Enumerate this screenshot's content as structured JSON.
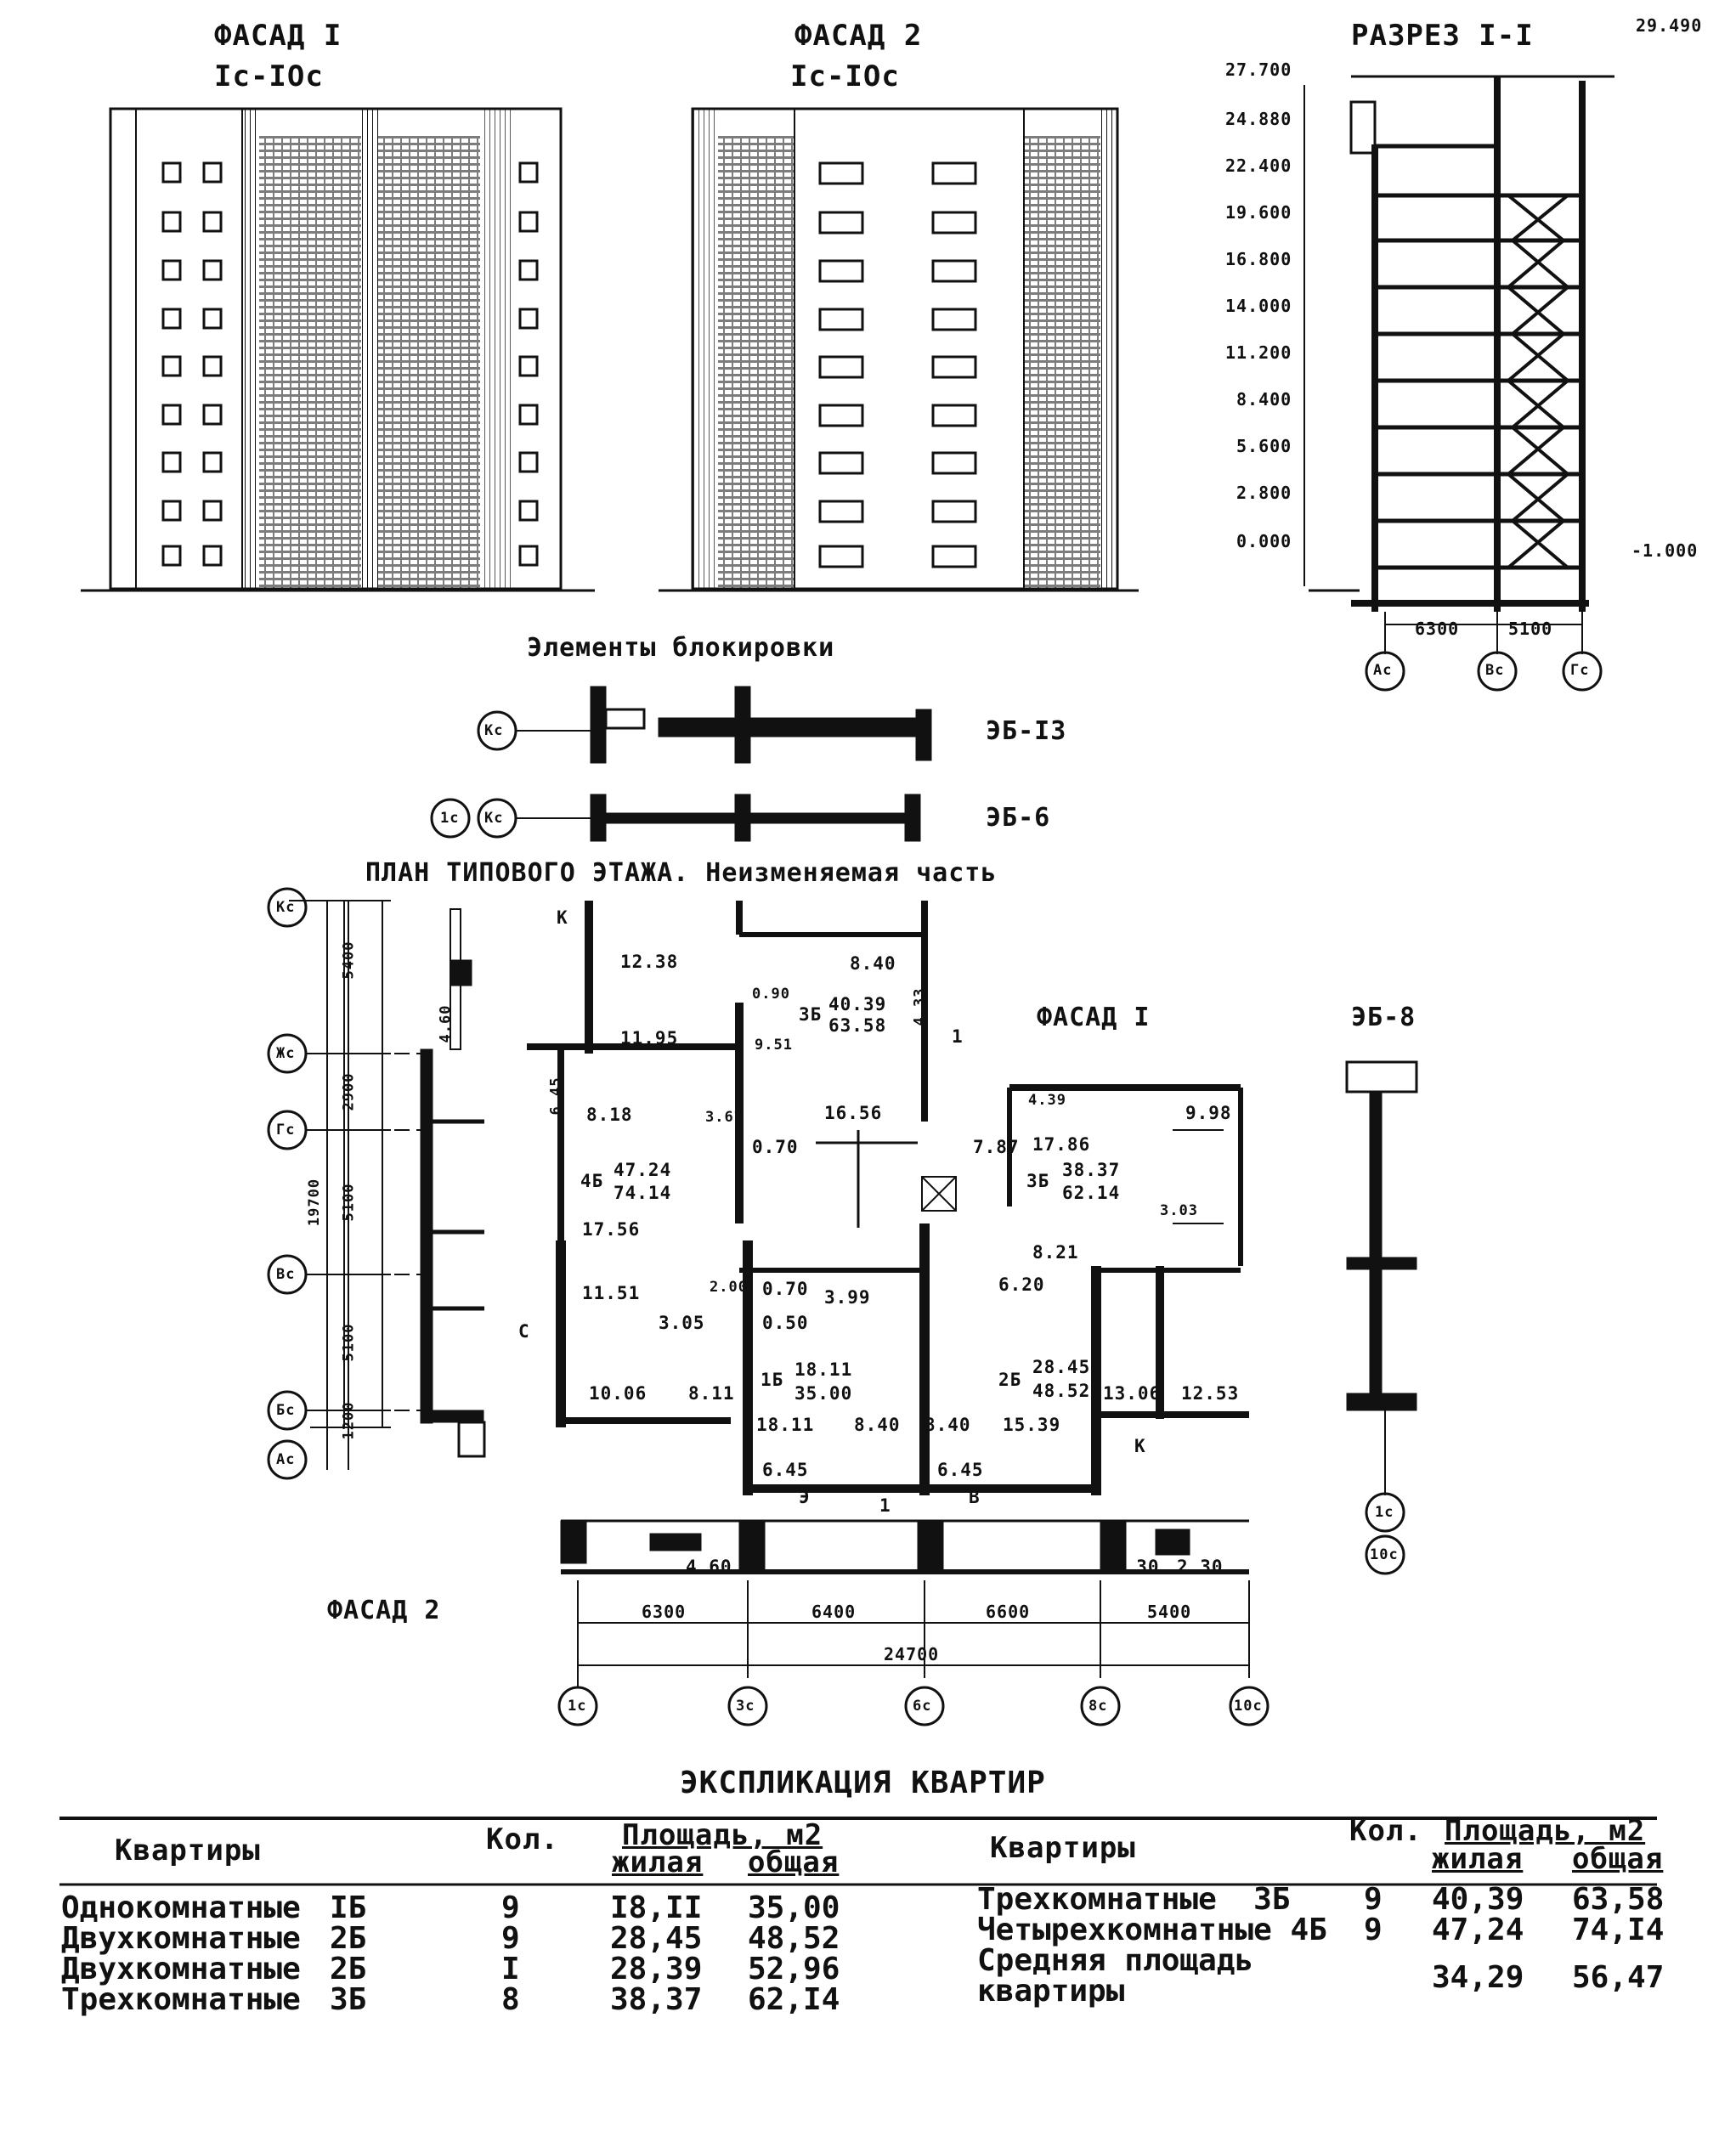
{
  "titles": {
    "facade1": "ФАСАД I",
    "facade1_axes": "Iс-IОс",
    "facade2": "ФАСАД 2",
    "facade2_axes": "Iс-IОс",
    "section": "РАЗРЕЗ I-I",
    "blocking": "Элементы блокировки",
    "plan": "ПЛАН ТИПОВОГО ЭТАЖА.  Неизменяемая часть",
    "plan_facade1": "ФАСАД I",
    "plan_facade2": "ФАСАД 2",
    "explication": "ЭКСПЛИКАЦИЯ КВАРТИР"
  },
  "section_levels": [
    "27.700",
    "24.880",
    "22.400",
    "19.600",
    "16.800",
    "14.000",
    "11.200",
    "8.400",
    "5.600",
    "2.800",
    "0.000"
  ],
  "section_extra": {
    "top": "29.490",
    "bottom": "-1.000",
    "span1": "6300",
    "span2": "5100"
  },
  "section_axes": [
    "Ac",
    "Вс",
    "Гс"
  ],
  "blocking_elements": [
    {
      "code": "ЭБ-I3",
      "axis": "Кс"
    },
    {
      "code": "ЭБ-6",
      "axis1": "1с",
      "axis2": "Кс"
    },
    {
      "code": "ЭБ-8"
    }
  ],
  "plan_vertical_axes": [
    "Кс",
    "Жс",
    "Гс",
    "Вс",
    "Бс",
    "Ас"
  ],
  "plan_vertical_dims": [
    "5400",
    "2900",
    "5100",
    "5100",
    "1200"
  ],
  "plan_vertical_total": "19700",
  "plan_horizontal_axes": [
    "1с",
    "3с",
    "6с",
    "8с",
    "10с"
  ],
  "plan_horizontal_dims": [
    "6300",
    "6400",
    "6600",
    "5400"
  ],
  "plan_horizontal_total": "24700",
  "plan_right_axes": [
    "1с",
    "10с"
  ],
  "plan_markers": {
    "k": "К",
    "c": "С",
    "e": "Э",
    "b": "В",
    "one": "1"
  },
  "room_labels": [
    "12.38",
    "8.40",
    "11.95",
    "0.90",
    "3Б",
    "40.39",
    "63.58",
    "4.33",
    "9.51",
    "16.56",
    "0.70",
    "6.45",
    "8.18",
    "3.67",
    "4Б",
    "47.24",
    "74.14",
    "17.56",
    "11.51",
    "3.05",
    "2.00",
    "10.06",
    "8.11",
    "4.39",
    "9.98",
    "7.87",
    "17.86",
    "3Б",
    "38.37",
    "62.14",
    "3.03",
    "8.21",
    "6.20",
    "0.70",
    "0.50",
    "3.99",
    "1Б",
    "18.11",
    "35.00",
    "2Б",
    "28.45",
    "48.52",
    "13.06",
    "12.53",
    "18.11",
    "8.40",
    "8.40",
    "15.39",
    "6.45",
    "6.45",
    "4.60",
    "2.30",
    "2.30",
    "4.60"
  ],
  "explication": {
    "left_header": {
      "col1": "Квартиры",
      "col2": "Кол.",
      "area": "Площадь, м2",
      "living": "жилая",
      "total": "общая"
    },
    "left_rows": [
      {
        "name": "Однокомнатные",
        "type": "IБ",
        "count": "9",
        "living": "I8,II",
        "total": "35,00"
      },
      {
        "name": "Двухкомнатные",
        "type": "2Б",
        "count": "9",
        "living": "28,45",
        "total": "48,52"
      },
      {
        "name": "Двухкомнатные",
        "type": "2Б",
        "count": "I",
        "living": "28,39",
        "total": "52,96"
      },
      {
        "name": "Трехкомнатные",
        "type": "3Б",
        "count": "8",
        "living": "38,37",
        "total": "62,I4"
      }
    ],
    "right_header": {
      "col1": "Квартиры",
      "col2": "Кол.",
      "area": "Площадь, м2",
      "living": "жилая",
      "total": "общая"
    },
    "right_rows": [
      {
        "name": "Трехкомнатные",
        "type": "3Б",
        "count": "9",
        "living": "40,39",
        "total": "63,58"
      },
      {
        "name": "Четырехкомнатные",
        "type": "4Б",
        "count": "9",
        "living": "47,24",
        "total": "74,I4"
      }
    ],
    "average_label_1": "Средняя площадь",
    "average_label_2": "квартиры",
    "average_living": "34,29",
    "average_total": "56,47"
  }
}
